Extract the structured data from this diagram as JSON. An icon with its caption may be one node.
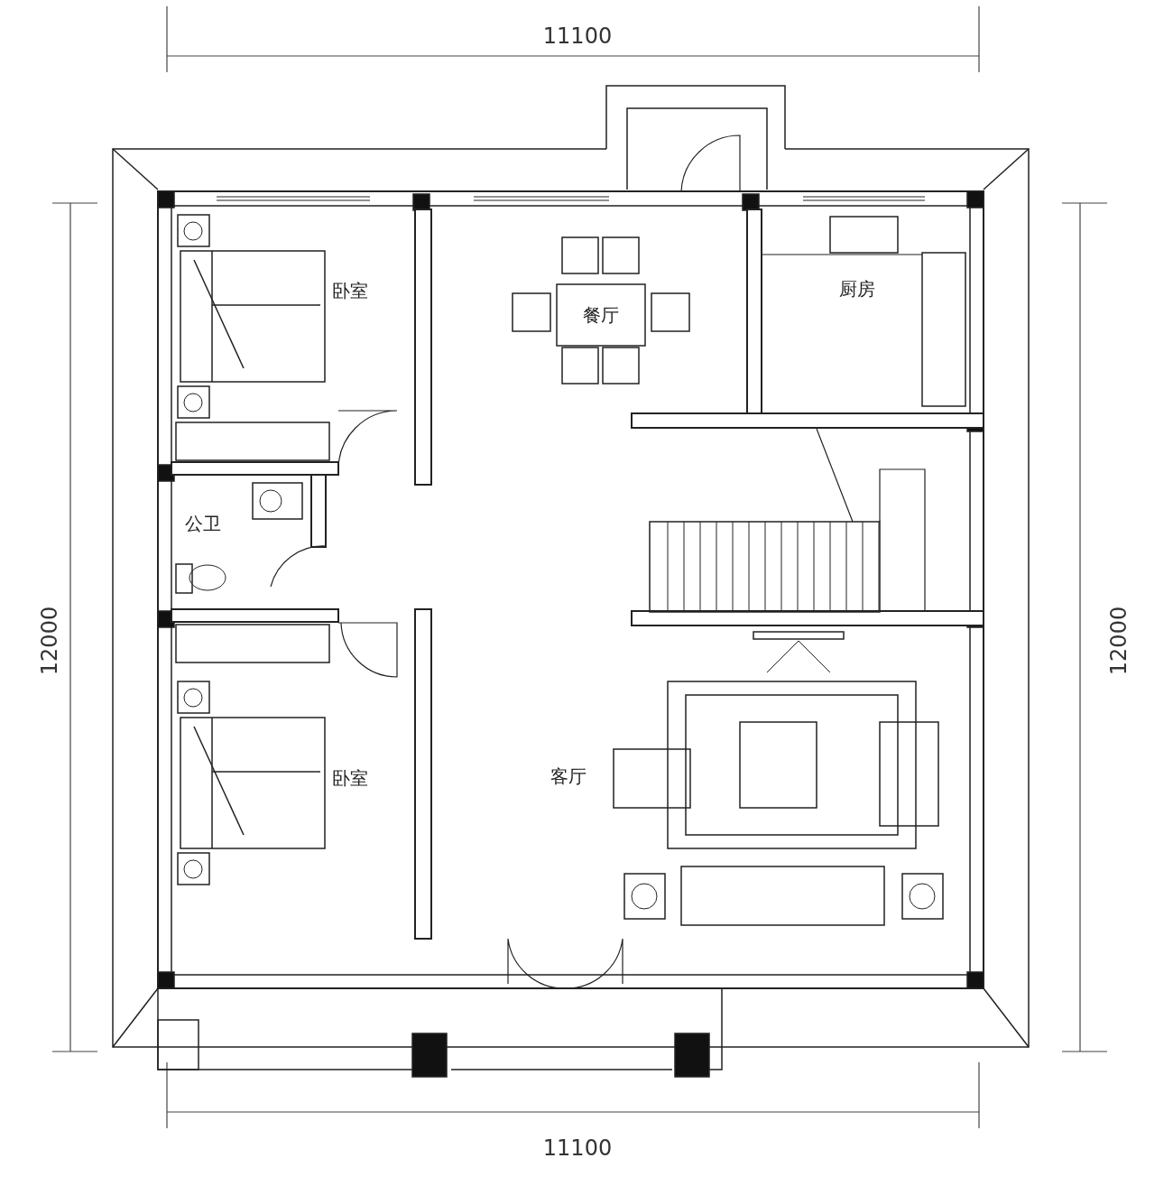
{
  "diagram": {
    "labels": [
      "11100",
      "卧室",
      "餐厅",
      "厨房",
      "公卫",
      "12000",
      "12000",
      "卧室",
      "客厅",
      "11100"
    ]
  }
}
